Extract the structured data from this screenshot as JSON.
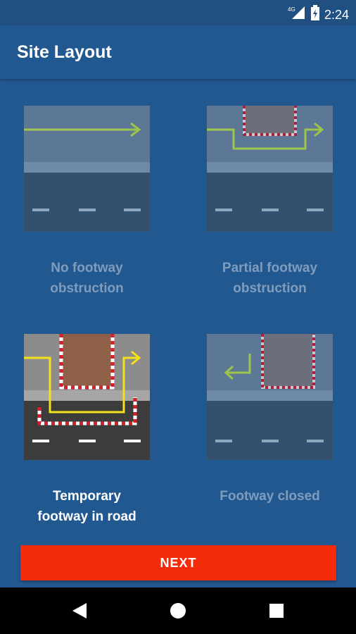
{
  "status": {
    "network": "4G",
    "time": "2:24"
  },
  "appbar": {
    "title": "Site Layout"
  },
  "options": [
    {
      "label_line1": "No footway",
      "label_line2": "obstruction",
      "selected": false
    },
    {
      "label_line1": "Partial footway",
      "label_line2": "obstruction",
      "selected": false
    },
    {
      "label_line1": "Temporary",
      "label_line2": "footway in road",
      "selected": true
    },
    {
      "label_line1": "Footway closed",
      "label_line2": "",
      "selected": false
    }
  ],
  "next_button": {
    "label": "NEXT"
  },
  "colors": {
    "background": "#225890",
    "accent": "#f42b0a",
    "arrow_active": "#f2e21a",
    "arrow_inactive": "#9cc54a",
    "barrier_red": "#d8202a"
  },
  "icons": {
    "signal": "signal-icon",
    "battery": "battery-icon",
    "back": "back-triangle-icon",
    "home": "home-circle-icon",
    "recents": "recents-square-icon"
  }
}
